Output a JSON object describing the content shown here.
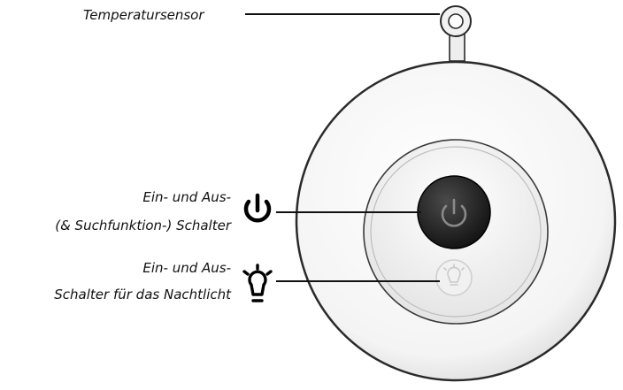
{
  "labels": {
    "temperature_sensor": "Temperatursensor",
    "power_button_line1": "Ein- und Aus-",
    "power_button_line2": "(& Suchfunktion-) Schalter",
    "nightlight_button_line1": "Ein- und Aus-",
    "nightlight_button_line2": "Schalter für das Nachtlicht"
  },
  "icons": {
    "power": "power-icon",
    "nightlight": "lightbulb-icon",
    "sensor": "temperature-sensor-icon"
  },
  "colors": {
    "outline": "#2a2a2a",
    "device_fill": "#f7f7f7",
    "ring_fill": "#ececec",
    "button_dark": "#1e1e1e",
    "button_glyph": "#8a8a8a",
    "nightlight_glyph": "#c9c9c9",
    "callout_line": "#111111"
  }
}
